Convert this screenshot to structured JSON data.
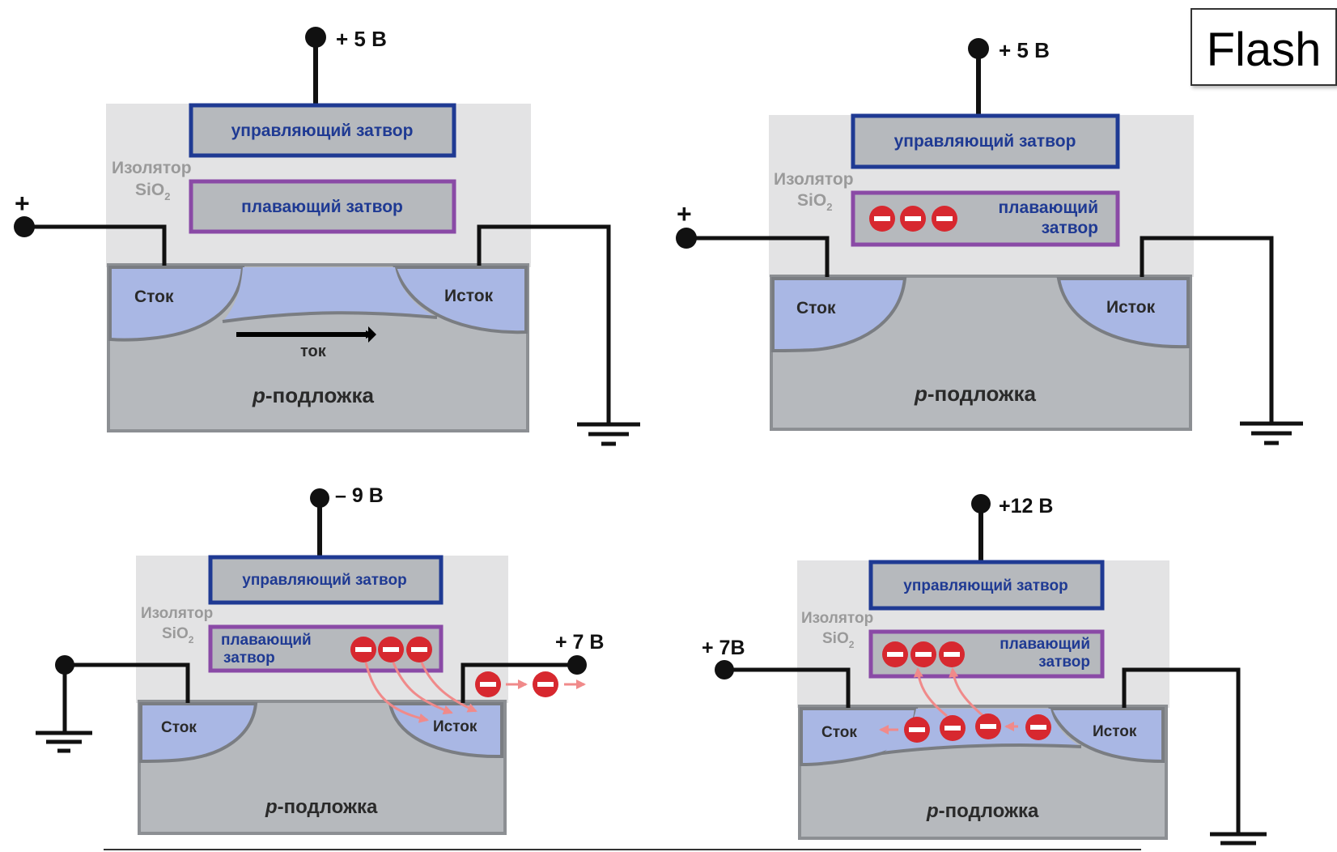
{
  "title": "Flash",
  "labels": {
    "control_gate": "управляющий затвор",
    "floating_gate": "плавающий затвор",
    "floating_gate_l1": "плавающий",
    "floating_gate_l2": "затвор",
    "insulator_l1": "Изолятор",
    "insulator_l2": "SiO",
    "insulator_sub": "2",
    "drain": "Сток",
    "source": "Исток",
    "current": "ток",
    "substrate_p": "p",
    "substrate_rest": "-подложка",
    "plus": "+"
  },
  "voltages": {
    "d1_gate": "+ 5 В",
    "d2_gate": "+ 5 В",
    "d3_gate": "– 9 В",
    "d3_source": "+ 7 В",
    "d4_gate": "+12 В",
    "d4_drain": "+ 7В"
  },
  "colors": {
    "insulator": "#e3e3e4",
    "substrate": "#b6b9bd",
    "region": "#a9b7e4",
    "control_gate_border": "#1f3a93",
    "floating_gate_border": "#8a4aa6",
    "electron": "#d7282f",
    "arrow": "#f08a8a"
  }
}
